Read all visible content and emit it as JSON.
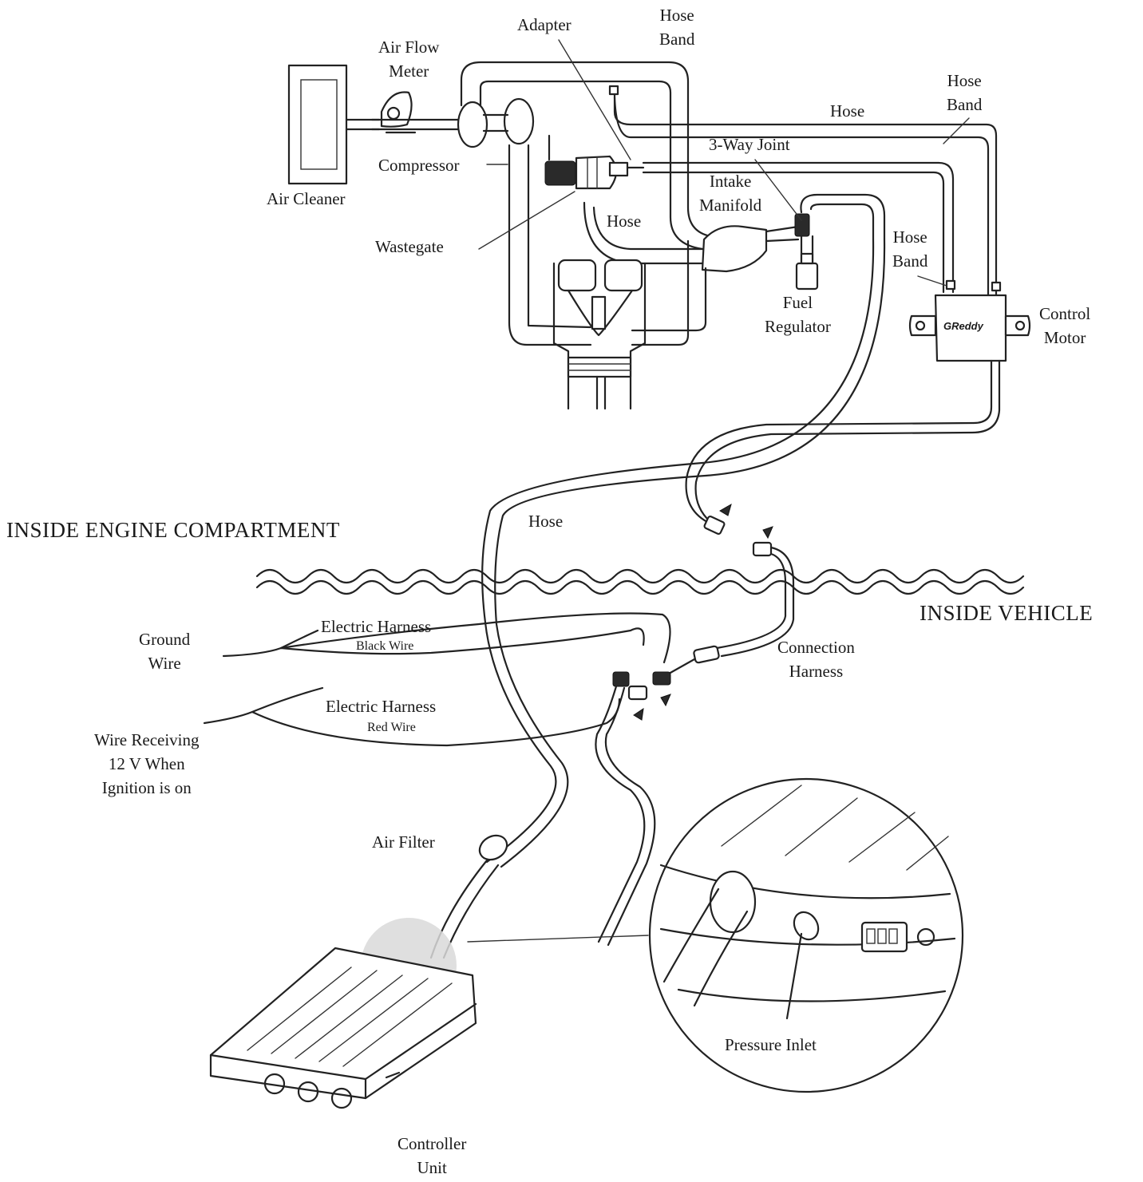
{
  "labels": {
    "adapter": "Adapter",
    "hose_band_top": [
      "Hose",
      "Band"
    ],
    "air_flow_meter": [
      "Air Flow",
      "Meter"
    ],
    "hose_band_right": [
      "Hose",
      "Band"
    ],
    "hose_upper": "Hose",
    "three_way_joint": "3-Way Joint",
    "compressor": "Compressor",
    "intake_manifold": [
      "Intake",
      "Manifold"
    ],
    "air_cleaner": "Air Cleaner",
    "hose_middle": "Hose",
    "wastegate": "Wastegate",
    "hose_band_lower": [
      "Hose",
      "Band"
    ],
    "fuel_regulator": [
      "Fuel",
      "Regulator"
    ],
    "control_motor": [
      "Control",
      "Motor"
    ],
    "control_motor_brand": "GReddy",
    "hose_lower": "Hose",
    "inside_engine_compartment": "INSIDE ENGINE COMPARTMENT",
    "inside_vehicle": "INSIDE VEHICLE",
    "ground_wire": [
      "Ground",
      "Wire"
    ],
    "electric_harness_black": "Electric Harness",
    "black_wire": "Black Wire",
    "connection_harness": [
      "Connection",
      "Harness"
    ],
    "electric_harness_red": "Electric Harness",
    "red_wire": "Red Wire",
    "wire_receiving": [
      "Wire Receiving",
      "12 V When",
      "Ignition is on"
    ],
    "air_filter": "Air Filter",
    "pressure_inlet": "Pressure Inlet",
    "controller_unit": [
      "Controller",
      "Unit"
    ]
  },
  "colors": {
    "ink": "#222222",
    "paper": "#ffffff",
    "screen": "#d9d9d9"
  }
}
